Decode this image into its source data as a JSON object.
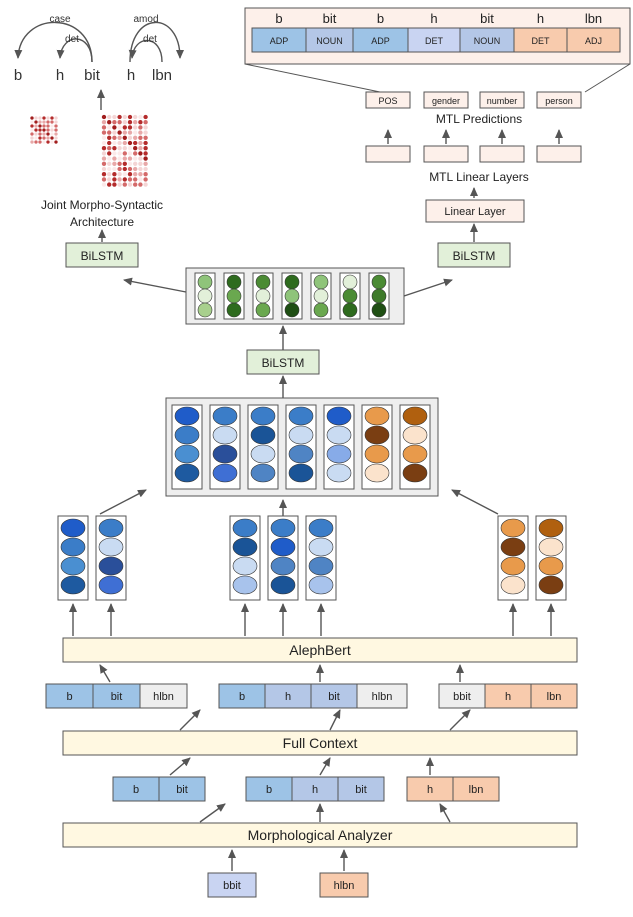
{
  "colors": {
    "adp": "#9dc3e6",
    "noun": "#b4c7e7",
    "det": "#c9d4f2",
    "orange": "#f8cbad",
    "gray": "#eeeeee",
    "yellow": "#fff8e1",
    "green": "#e2f0d9",
    "box_border": "#555555"
  },
  "arcs": {
    "words": [
      "b",
      "h",
      "bit",
      "h",
      "lbn"
    ],
    "labels": [
      "case",
      "det",
      "amod",
      "det"
    ]
  },
  "joint_arch": {
    "line1": "Joint Morpho-Syntactic",
    "line2": "Architecture"
  },
  "bilstm_left": "BiLSTM",
  "bilstm_right": "BiLSTM",
  "bilstm_center": "BiLSTM",
  "pos_table": {
    "words": [
      "b",
      "bit",
      "b",
      "h",
      "bit",
      "h",
      "lbn"
    ],
    "tags": [
      "ADP",
      "NOUN",
      "ADP",
      "DET",
      "NOUN",
      "DET",
      "ADJ"
    ]
  },
  "mtl": {
    "predictions": [
      "POS",
      "gender",
      "number",
      "person"
    ],
    "predictions_title": "MTL Predictions",
    "layers_title": "MTL Linear Layers",
    "linear_layer": "Linear Layer"
  },
  "alephbert": "AlephBert",
  "full_context": "Full Context",
  "morph_analyzer": "Morphological Analyzer",
  "ctx_segments": [
    [
      "b",
      "bit",
      "hlbn"
    ],
    [
      "b",
      "h",
      "bit",
      "hlbn"
    ],
    [
      "bbit",
      "h",
      "lbn"
    ]
  ],
  "morph_segments": [
    [
      "b",
      "bit"
    ],
    [
      "b",
      "h",
      "bit"
    ],
    [
      "h",
      "lbn"
    ]
  ],
  "inputs": [
    "bbit",
    "hlbn"
  ]
}
